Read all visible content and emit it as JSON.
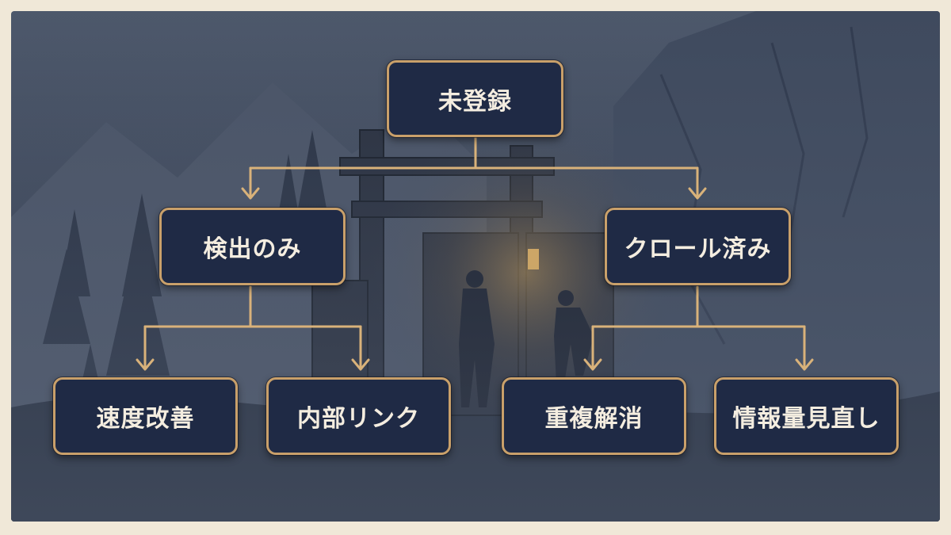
{
  "diagram": {
    "root": {
      "label": "未登録"
    },
    "level1": [
      {
        "label": "検出のみ"
      },
      {
        "label": "クロール済み"
      }
    ],
    "level2": [
      {
        "label": "速度改善"
      },
      {
        "label": "内部リンク"
      },
      {
        "label": "重複解消"
      },
      {
        "label": "情報量見直し"
      }
    ]
  },
  "colors": {
    "node_fill": "#1f2a45",
    "node_border": "#c9a06a",
    "connector": "#d9b27a",
    "node_text": "#f4ede0"
  }
}
